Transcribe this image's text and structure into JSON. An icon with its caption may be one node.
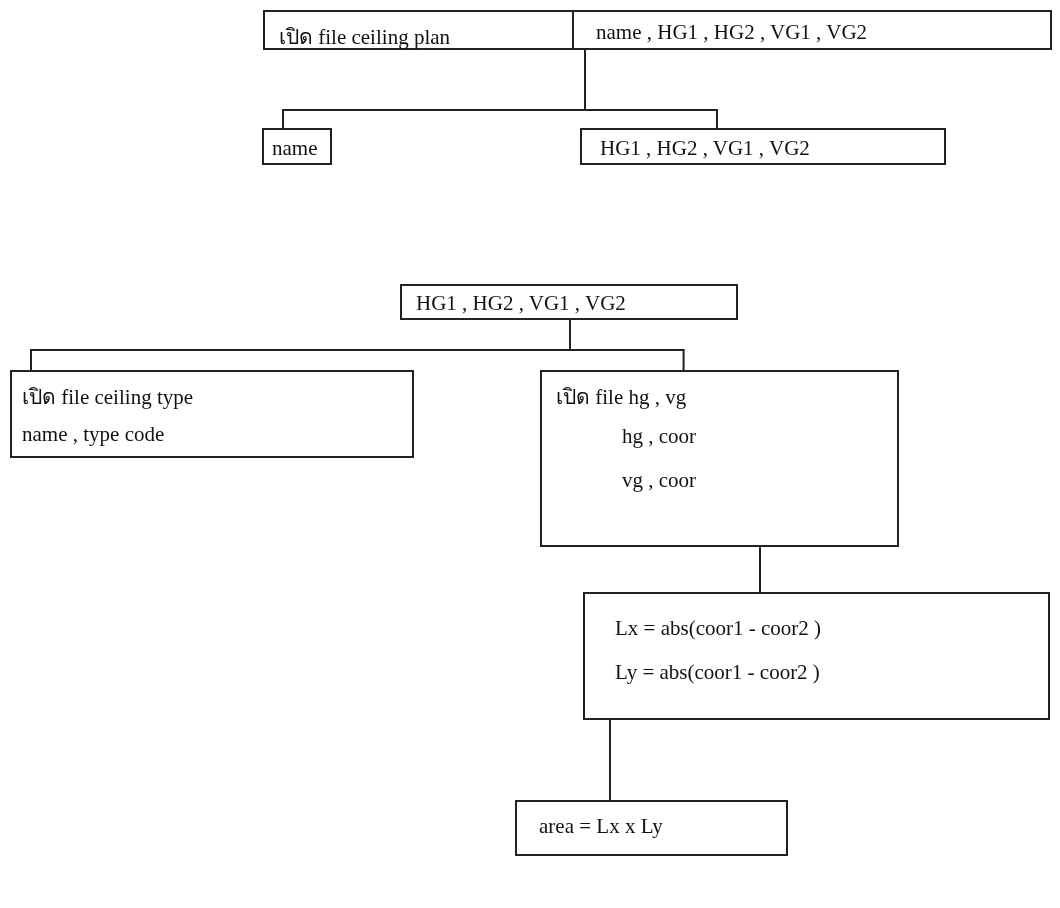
{
  "diagram": {
    "nodes": [
      {
        "text": [
          "เปิด file ceiling plan"
        ]
      },
      {
        "text": [
          "name , HG1 , HG2 , VG1 , VG2"
        ]
      },
      {
        "text": [
          "name"
        ]
      },
      {
        "text": [
          "HG1 , HG2 , VG1 , VG2"
        ]
      },
      {
        "text": [
          "HG1 , HG2 , VG1 , VG2"
        ]
      },
      {
        "text": [
          "เปิด file ceiling type",
          "name , type code"
        ]
      },
      {
        "text": [
          "เปิด file hg , vg",
          "hg , coor",
          "vg , coor"
        ]
      },
      {
        "text": [
          "Lx = abs(coor1 - coor2 )",
          "Ly = abs(coor1 - coor2 )"
        ]
      },
      {
        "text": [
          "area = Lx x Ly"
        ]
      }
    ],
    "edges": [
      {
        "from": 1,
        "to": 2,
        "arrow": "none"
      },
      {
        "from": 1,
        "to": 3,
        "arrow": "none"
      },
      {
        "from": 4,
        "to": 5,
        "arrow": "none"
      },
      {
        "from": 4,
        "to": 6,
        "arrow": "none"
      },
      {
        "from": 6,
        "to": 7,
        "arrow": "none"
      },
      {
        "from": 7,
        "to": 8,
        "arrow": "none"
      }
    ]
  }
}
